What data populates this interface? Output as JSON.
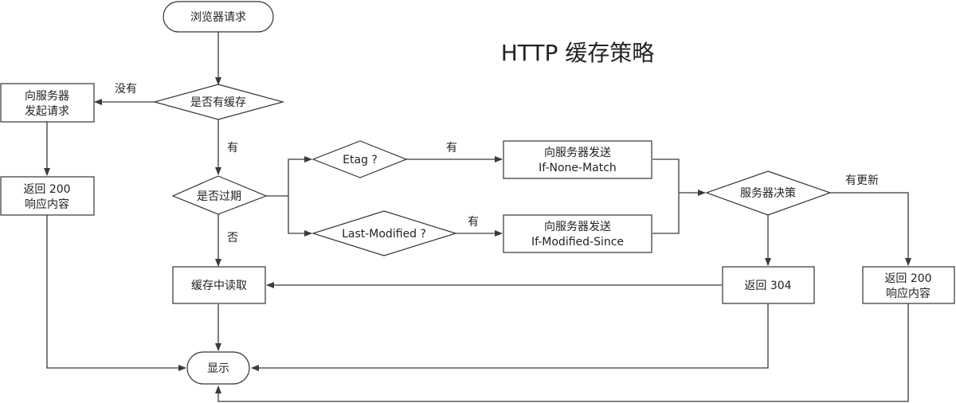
{
  "title": "HTTP 缓存策略",
  "nodes": {
    "start": "浏览器请求",
    "has_cache": "是否有缓存",
    "request_server_1": "向服务器",
    "request_server_2": "发起请求",
    "return200_left_1": "返回 200",
    "return200_left_2": "响应内容",
    "expired": "是否过期",
    "etag": "Etag ?",
    "last_modified": "Last-Modified ?",
    "send_inm_1": "向服务器发送",
    "send_inm_2": "If-None-Match",
    "send_ims_1": "向服务器发送",
    "send_ims_2": "If-Modified-Since",
    "server_decide": "服务器决策",
    "read_cache": "缓存中读取",
    "return304": "返回 304",
    "return200_right_1": "返回 200",
    "return200_right_2": "响应内容",
    "display": "显示"
  },
  "edges": {
    "no_cache": "没有",
    "has_cache": "有",
    "not_expired": "否",
    "etag_yes": "有",
    "lm_yes": "有",
    "has_update": "有更新"
  }
}
